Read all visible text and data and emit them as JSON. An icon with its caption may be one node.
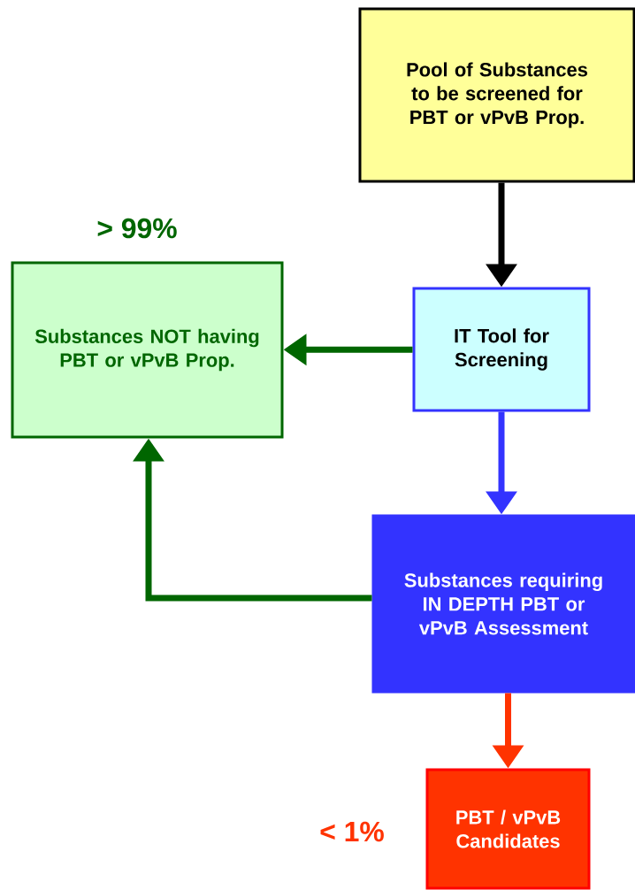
{
  "diagram": {
    "nodes": [
      {
        "text": [
          "Pool of Substances to be screened for PBT or vPvB Prop."
        ]
      },
      {
        "text": [
          "IT Tool for Screening"
        ]
      },
      {
        "text": [
          "Substances NOT having PBT or vPvB Prop."
        ],
        "beside": [
          "> 99%"
        ]
      },
      {
        "text": [
          "Substances requiring IN DEPTH PBT or vPvB Assessment"
        ]
      },
      {
        "text": [
          "PBT / vPvB Candidates"
        ],
        "beside": [
          "< 1%"
        ]
      }
    ],
    "edges": [
      {
        "from": 0,
        "to": 1,
        "arrow": "to",
        "color": "#000000"
      },
      {
        "from": 1,
        "to": 2,
        "arrow": "to",
        "color": "#006600"
      },
      {
        "from": 1,
        "to": 3,
        "arrow": "to",
        "color": "#3333ff"
      },
      {
        "from": 3,
        "to": 2,
        "arrow": "to",
        "color": "#006600"
      },
      {
        "from": 3,
        "to": 4,
        "arrow": "to",
        "color": "#ff3300"
      }
    ]
  }
}
